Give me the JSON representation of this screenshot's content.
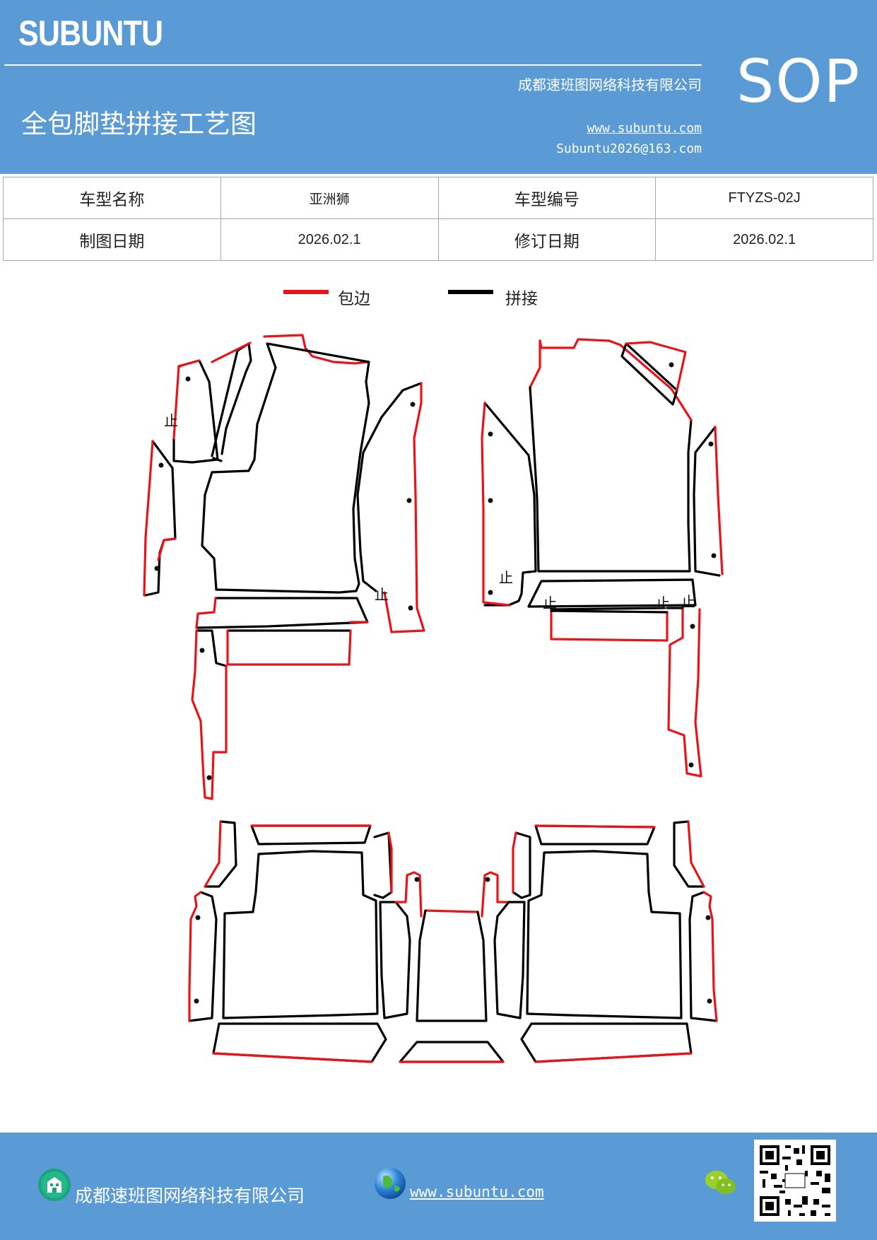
{
  "header": {
    "brand": "SUBUNTU",
    "company": "成都速班图网络科技有限公司",
    "title": "全包脚垫拼接工艺图",
    "website": "www.subuntu.com",
    "email": "Subuntu2026@163.com",
    "badge": "SOP"
  },
  "info_table": {
    "rows": [
      [
        "车型名称",
        "亚洲狮",
        "车型编号",
        "FTYZS-02J"
      ],
      [
        "制图日期",
        "2026.02.1",
        "修订日期",
        "2026.02.1"
      ]
    ]
  },
  "legend": {
    "items": [
      {
        "label": "包边",
        "color": "#e8141a"
      },
      {
        "label": "拼接",
        "color": "#000000"
      }
    ]
  },
  "diagram": {
    "marker_glyph": "止",
    "edge_colors": {
      "binding": "#e8141a",
      "seam": "#000000"
    }
  },
  "footer": {
    "company": "成都速班图网络科技有限公司",
    "website": "www.subuntu.com "
  },
  "icons": [
    "building-icon",
    "globe-icon",
    "wechat-icon",
    "qr-code"
  ],
  "colors": {
    "primary": "#5b9bd5"
  }
}
